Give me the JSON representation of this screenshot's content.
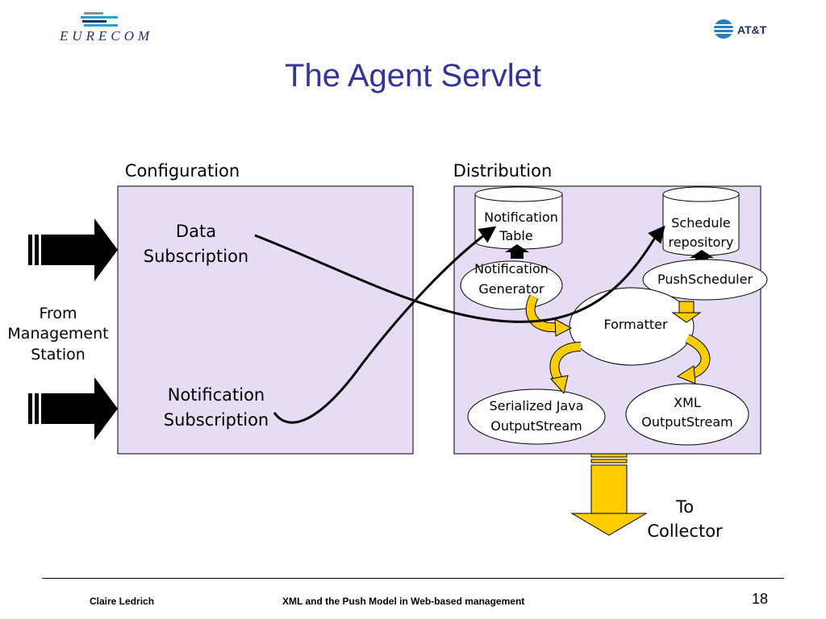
{
  "header": {
    "left_logo_text": "EURECOM",
    "right_logo_text": "AT&T",
    "title": "The Agent Servlet"
  },
  "diagram": {
    "configuration_title": "Configuration",
    "distribution_title": "Distribution",
    "from_label": [
      "From",
      "Management",
      "Station"
    ],
    "data_subscription": [
      "Data",
      "Subscription"
    ],
    "notification_subscription": [
      "Notification",
      "Subscription"
    ],
    "notification_table": [
      "Notification",
      "Table"
    ],
    "schedule_repository": [
      "Schedule",
      "repository"
    ],
    "notification_generator": [
      "Notification",
      "Generator"
    ],
    "push_scheduler": "PushScheduler",
    "formatter": "Formatter",
    "serialized_output": [
      "Serialized Java",
      "OutputStream"
    ],
    "xml_output": [
      "XML",
      "OutputStream"
    ],
    "to_collector": [
      "To",
      "Collector"
    ],
    "colors": {
      "panel_fill": "#e6dcf4",
      "arrow_black": "#000000",
      "arrow_yellow": "#ffcc00",
      "title_blue": "#333399"
    }
  },
  "footer": {
    "author": "Claire Ledrich",
    "talk": "XML and the Push Model in Web-based management",
    "page": "18"
  }
}
